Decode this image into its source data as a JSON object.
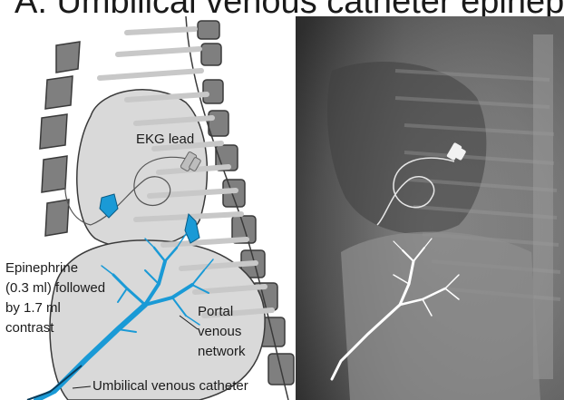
{
  "figure": {
    "title": "A. Umbilical venous catheter epinephrine",
    "labels": {
      "ekg_lead": "EKG lead",
      "epinephrine_line1": "Epinephrine",
      "epinephrine_line2": "(0.3 ml) followed",
      "epinephrine_line3": "by 1.7 ml",
      "epinephrine_line4": "contrast",
      "portal_line1": "Portal",
      "portal_line2": "venous",
      "portal_line3": "network",
      "uvc": "Umbilical venous catheter"
    },
    "colors": {
      "contrast_blue": "#1a9ad6",
      "organ_gray": "#d9d9d9",
      "bone_gray": "#7f7f7f",
      "rib_gray": "#c8c8c8",
      "outline": "#3a3a3a"
    },
    "right_panel": "lateral radiograph"
  }
}
